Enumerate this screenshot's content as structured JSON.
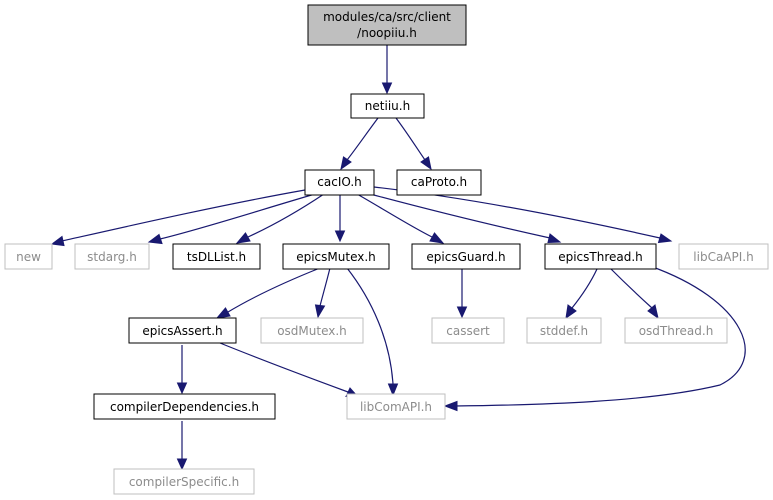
{
  "colors": {
    "edge": "#191970",
    "root_fill": "#bfbfbf",
    "normal_border": "#000000",
    "normal_text": "#000000",
    "external_border": "#bfbfbf",
    "external_text": "#8c8c8c"
  },
  "graph": {
    "root": {
      "line1": "modules/ca/src/client",
      "line2": "/noopiiu.h"
    },
    "nodes": {
      "netiiu": "netiiu.h",
      "cacio": "cacIO.h",
      "caproto": "caProto.h",
      "new": "new",
      "stdarg": "stdarg.h",
      "tsdllist": "tsDLList.h",
      "epicsmutex": "epicsMutex.h",
      "epicsguard": "epicsGuard.h",
      "epicsthread": "epicsThread.h",
      "libcaapi": "libCaAPI.h",
      "epicsassert": "epicsAssert.h",
      "osdmutex": "osdMutex.h",
      "cassert": "cassert",
      "stddef": "stddef.h",
      "osdthread": "osdThread.h",
      "compilerdeps": "compilerDependencies.h",
      "libcomapi": "libComAPI.h",
      "compilerspecific": "compilerSpecific.h"
    }
  }
}
